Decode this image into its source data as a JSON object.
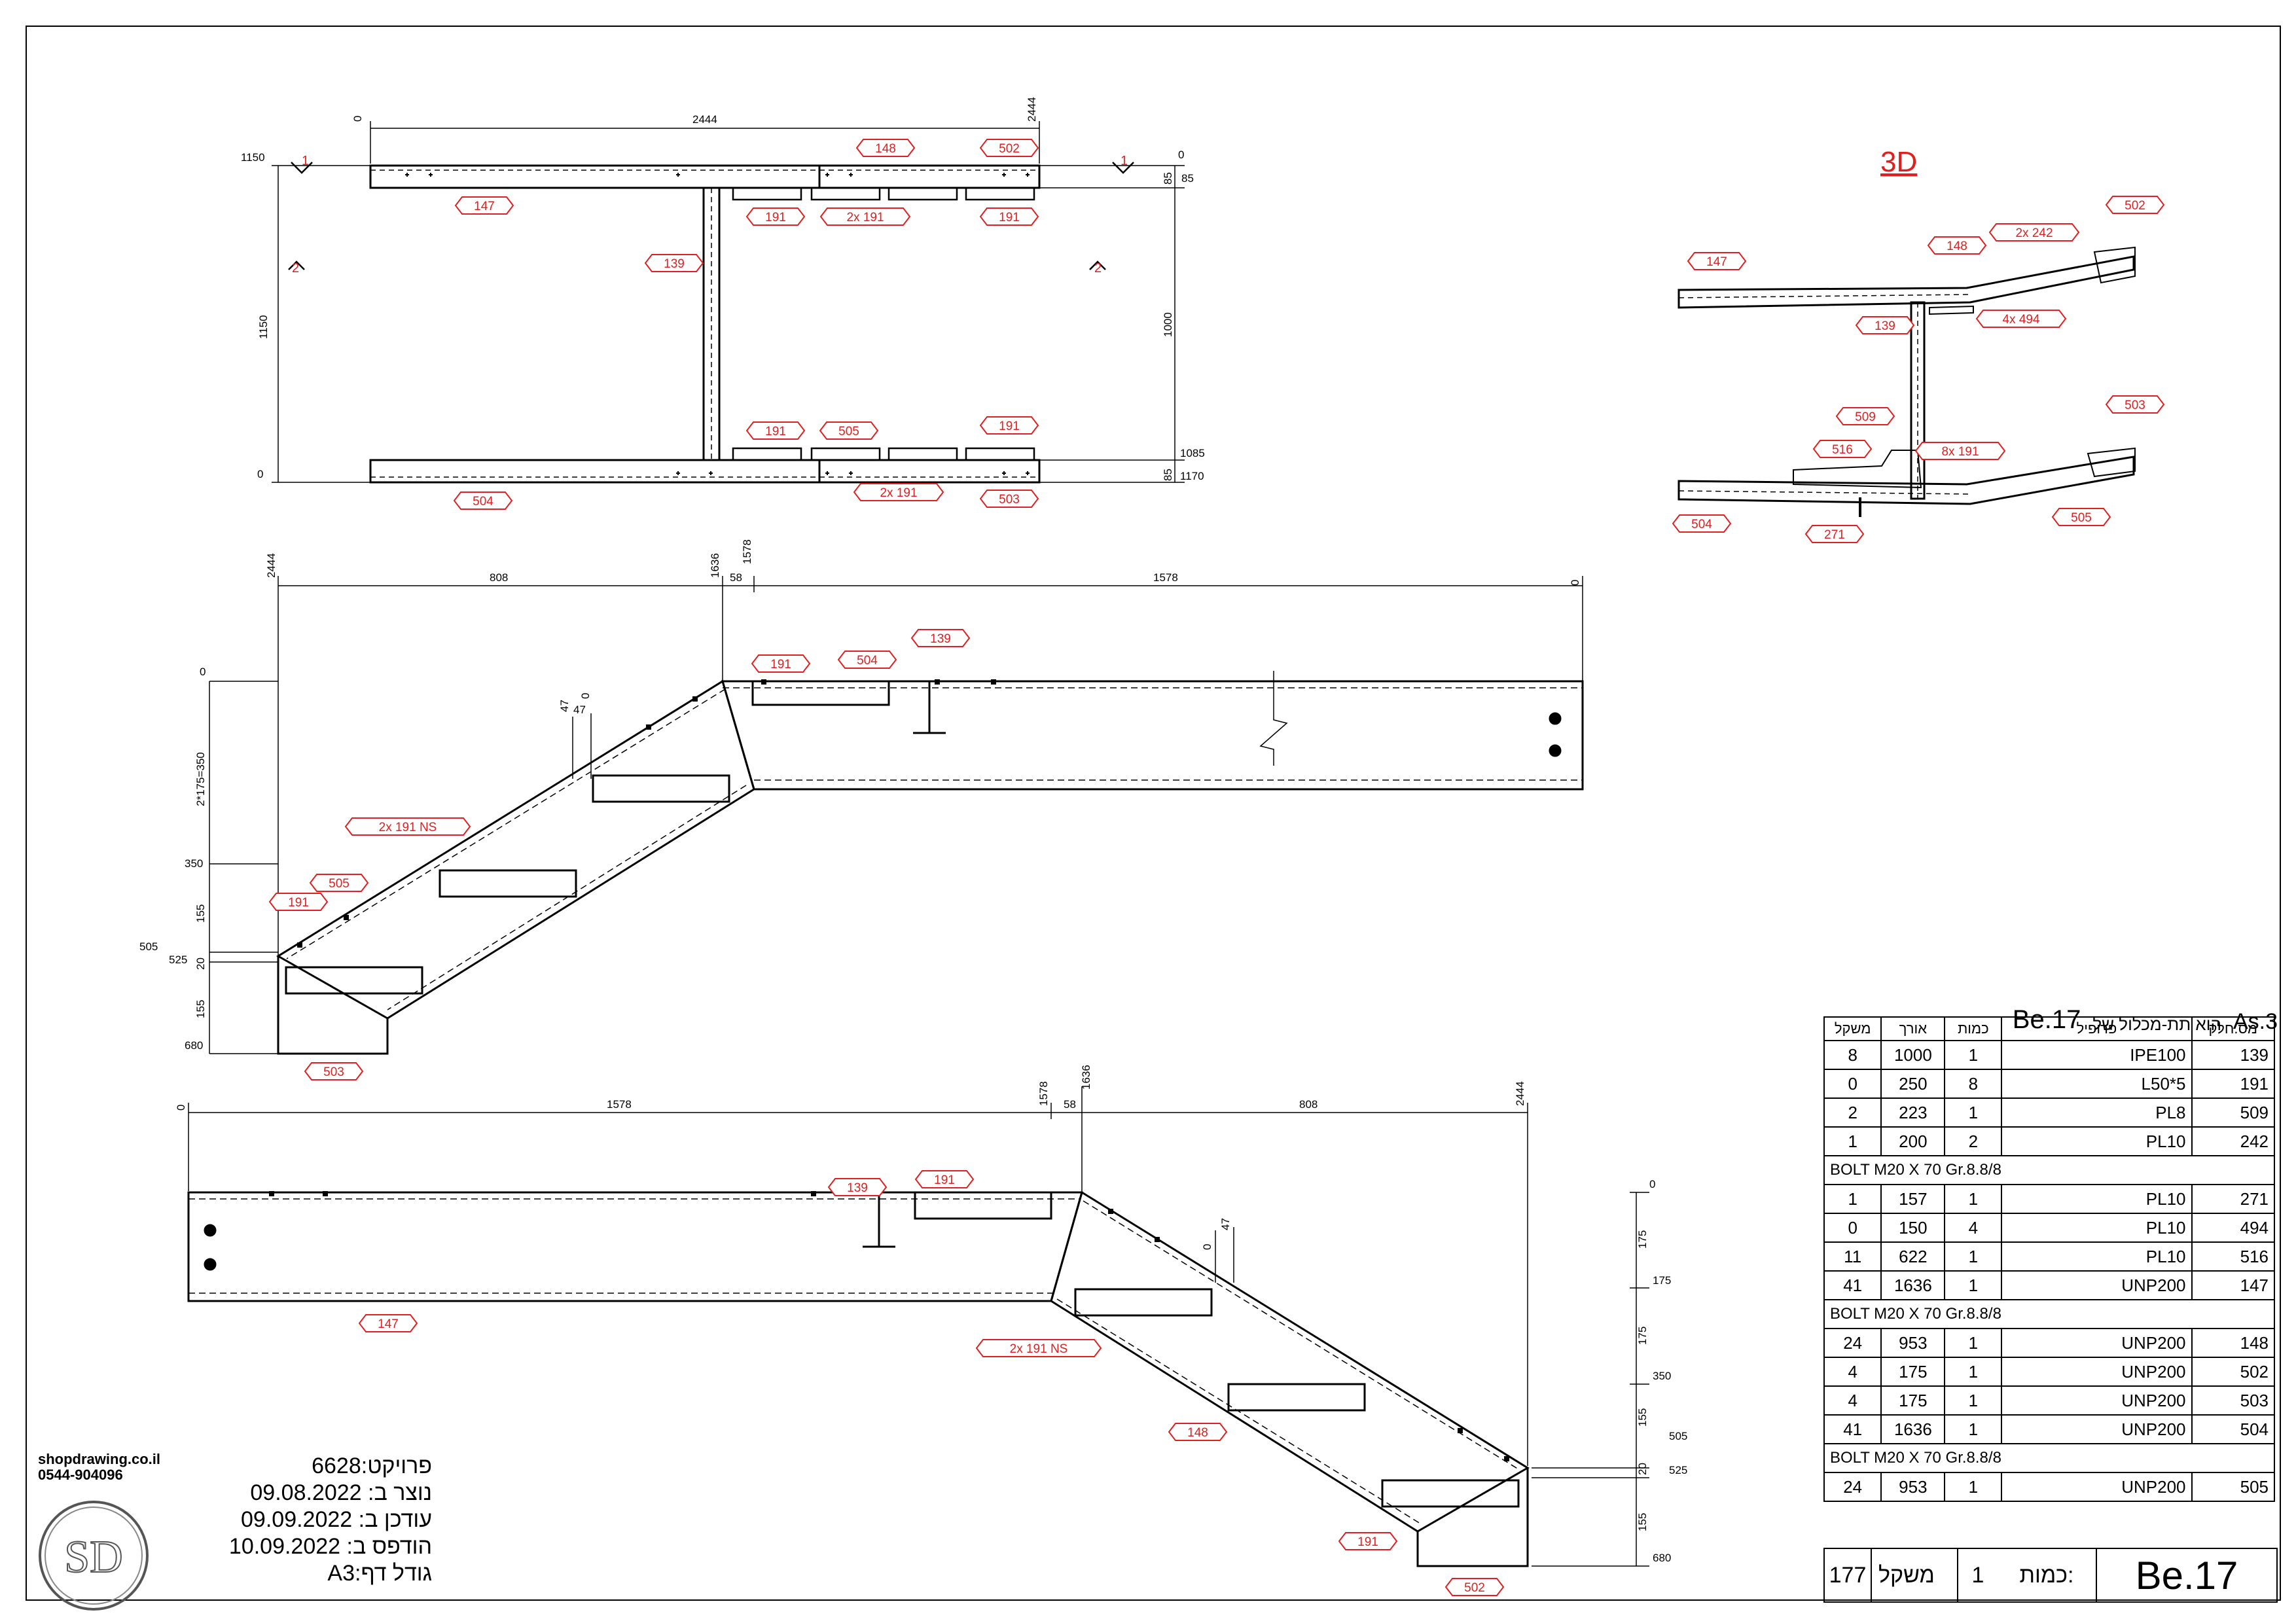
{
  "title_3d": "3D",
  "section_markers": {
    "m1": "1",
    "m2": "2"
  },
  "plan": {
    "dims": {
      "top_left": "0",
      "top_mid": "2444",
      "top_right": "2444",
      "y_1150": "1150",
      "y_0": "0",
      "height_1150": "1150",
      "right_0": "0",
      "right_85a": "85",
      "right_85b": "85",
      "right_1000": "1000",
      "right_1085": "1085",
      "right_85c": "85",
      "right_1170": "1170"
    },
    "tags": [
      "147",
      "148",
      "502",
      "191",
      "2x 191",
      "191",
      "139",
      "191",
      "505",
      "191",
      "504",
      "2x 191",
      "503"
    ]
  },
  "iso3d": {
    "tags": [
      "147",
      "148",
      "2x 242",
      "502",
      "139",
      "4x 494",
      "503",
      "509",
      "516",
      "8x 191",
      "504",
      "271",
      "505"
    ]
  },
  "elev1": {
    "dims": {
      "x_2444": "2444",
      "x_808": "808",
      "x_1636": "1636",
      "x_58": "58",
      "x_1578v": "1578",
      "x_1578": "1578",
      "x_0": "0",
      "y_0": "0",
      "y_2x175": "2*175=350",
      "y_47a": "47",
      "y_47b": "47",
      "y_0b": "0",
      "y_350": "350",
      "y_155a": "155",
      "y_505": "505",
      "y_525": "525",
      "y_20": "20",
      "y_155b": "155",
      "y_680": "680"
    },
    "tags": [
      "191",
      "504",
      "139",
      "2x 191 NS",
      "191",
      "505",
      "503"
    ]
  },
  "elev2": {
    "dims": {
      "x_0": "0",
      "x_1578": "1578",
      "x_1578v": "1578",
      "x_58": "58",
      "x_1636": "1636",
      "x_808": "808",
      "x_2444": "2444",
      "y_0": "0",
      "y_175a": "175",
      "y_175lbl": "175",
      "y_175b": "175",
      "y_350": "350",
      "y_155a": "155",
      "y_505": "505",
      "y_20": "20",
      "y_525": "525",
      "y_155b": "155",
      "y_680": "680",
      "y_47": "47",
      "y_0b": "0"
    },
    "tags": [
      "139",
      "191",
      "147",
      "2x 191 NS",
      "148",
      "191",
      "502"
    ]
  },
  "bom": {
    "title_assembly": "As.3",
    "title_heb": "הוא תת-מכלול של",
    "title_part": "Be.17",
    "headers": {
      "weight": "משקל",
      "length": "אורך",
      "qty": "כמות",
      "profile": "פרופיל",
      "part": "מס.חלק"
    },
    "rows": [
      {
        "weight": "8",
        "length": "1000",
        "qty": "1",
        "profile": "IPE100",
        "part": "139"
      },
      {
        "weight": "0",
        "length": "250",
        "qty": "8",
        "profile": "L50*5",
        "part": "191"
      },
      {
        "weight": "2",
        "length": "223",
        "qty": "1",
        "profile": "PL8",
        "part": "509"
      },
      {
        "weight": "1",
        "length": "200",
        "qty": "2",
        "profile": "PL10",
        "part": "242"
      },
      {
        "note": "BOLT M20 X 70 Gr.8.8/8"
      },
      {
        "weight": "1",
        "length": "157",
        "qty": "1",
        "profile": "PL10",
        "part": "271"
      },
      {
        "weight": "0",
        "length": "150",
        "qty": "4",
        "profile": "PL10",
        "part": "494"
      },
      {
        "weight": "11",
        "length": "622",
        "qty": "1",
        "profile": "PL10",
        "part": "516"
      },
      {
        "weight": "41",
        "length": "1636",
        "qty": "1",
        "profile": "UNP200",
        "part": "147"
      },
      {
        "note": "BOLT M20 X 70 Gr.8.8/8"
      },
      {
        "weight": "24",
        "length": "953",
        "qty": "1",
        "profile": "UNP200",
        "part": "148"
      },
      {
        "weight": "4",
        "length": "175",
        "qty": "1",
        "profile": "UNP200",
        "part": "502"
      },
      {
        "weight": "4",
        "length": "175",
        "qty": "1",
        "profile": "UNP200",
        "part": "503"
      },
      {
        "weight": "41",
        "length": "1636",
        "qty": "1",
        "profile": "UNP200",
        "part": "504"
      },
      {
        "note": "BOLT M20 X 70 Gr.8.8/8"
      },
      {
        "weight": "24",
        "length": "953",
        "qty": "1",
        "profile": "UNP200",
        "part": "505"
      }
    ],
    "footer": {
      "weight_val": "177",
      "weight_lbl": "משקל",
      "qty_val": "1",
      "qty_lbl": "כמות:",
      "mark": "Be.17"
    }
  },
  "info": {
    "project": "6628:פרויקט",
    "created": "09.08.2022 :נוצר ב",
    "updated": "09.09.2022 :עודכן ב",
    "printed": "10.09.2022 :הודפס ב",
    "size": "A3:גודל דף"
  },
  "company": {
    "site": "shopdrawing.co.il",
    "phone": "0544-904096",
    "logo_letters": "SD"
  }
}
